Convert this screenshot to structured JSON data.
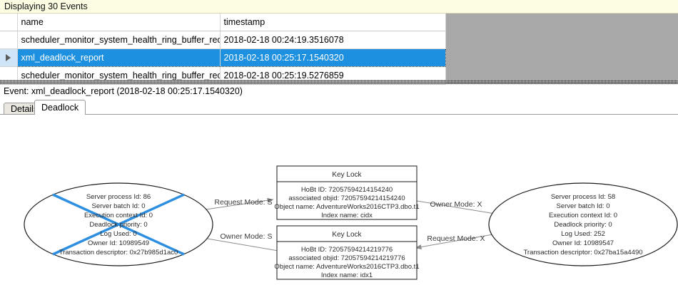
{
  "status_bar": {
    "text": "Displaying 30 Events"
  },
  "events_grid": {
    "columns": [
      "",
      "name",
      "timestamp"
    ],
    "rows": [
      {
        "selected": false,
        "marker": "",
        "name": "scheduler_monitor_system_health_ring_buffer_recorded",
        "timestamp": "2018-02-18 00:24:19.3516078"
      },
      {
        "selected": true,
        "marker": "row-arrow-icon",
        "name": "xml_deadlock_report",
        "timestamp": "2018-02-18 00:25:17.1540320"
      },
      {
        "selected": false,
        "marker": "",
        "name": "scheduler_monitor_system_health_ring_buffer_recorded",
        "timestamp": "2018-02-18 00:25:19.5276859"
      }
    ],
    "selection_color": "#1e90e0",
    "empty_area_color": "#a8a8a8"
  },
  "event_header": {
    "text": "Event: xml_deadlock_report (2018-02-18 00:25:17.1540320)"
  },
  "tabs": [
    {
      "label": "Details",
      "active": false
    },
    {
      "label": "Deadlock",
      "active": true
    }
  ],
  "deadlock_graph": {
    "victim_cross_color": "#2e8fe0",
    "processes": [
      {
        "id": "process-left",
        "victim": true,
        "lines": [
          "Server process Id: 86",
          "Server batch Id: 0",
          "Execution context Id: 0",
          "Deadlock priority: 0",
          "Log Used: 0",
          "Owner Id: 10989549",
          "Transaction descriptor: 0x27b985d1ac0"
        ]
      },
      {
        "id": "process-right",
        "victim": false,
        "lines": [
          "Server process Id: 58",
          "Server batch Id: 0",
          "Execution context Id: 0",
          "Deadlock priority: 0",
          "Log Used: 252",
          "Owner Id: 10989547",
          "Transaction descriptor: 0x27ba15a4490"
        ]
      }
    ],
    "resources": [
      {
        "id": "keylock-top",
        "title": "Key Lock",
        "lines": [
          "HoBt ID: 72057594214154240",
          "associated objid: 72057594214154240",
          "Object name: AdventureWorks2016CTP3.dbo.t1",
          "Index name: cidx"
        ]
      },
      {
        "id": "keylock-bottom",
        "title": "Key Lock",
        "lines": [
          "HoBt ID: 72057594214219776",
          "associated objid: 72057594214219776",
          "Object name: AdventureWorks2016CTP3.dbo.t1",
          "Index name: idx1"
        ]
      }
    ],
    "edges": [
      {
        "id": "edge-left-request",
        "label": "Request Mode: S",
        "from": "process-left",
        "to": "keylock-top"
      },
      {
        "id": "edge-left-owner",
        "label": "Owner Mode: S",
        "from": "keylock-bottom",
        "to": "process-left"
      },
      {
        "id": "edge-right-owner",
        "label": "Owner Mode: X",
        "from": "keylock-top",
        "to": "process-right"
      },
      {
        "id": "edge-right-request",
        "label": "Request Mode: X",
        "from": "process-right",
        "to": "keylock-bottom"
      }
    ]
  }
}
